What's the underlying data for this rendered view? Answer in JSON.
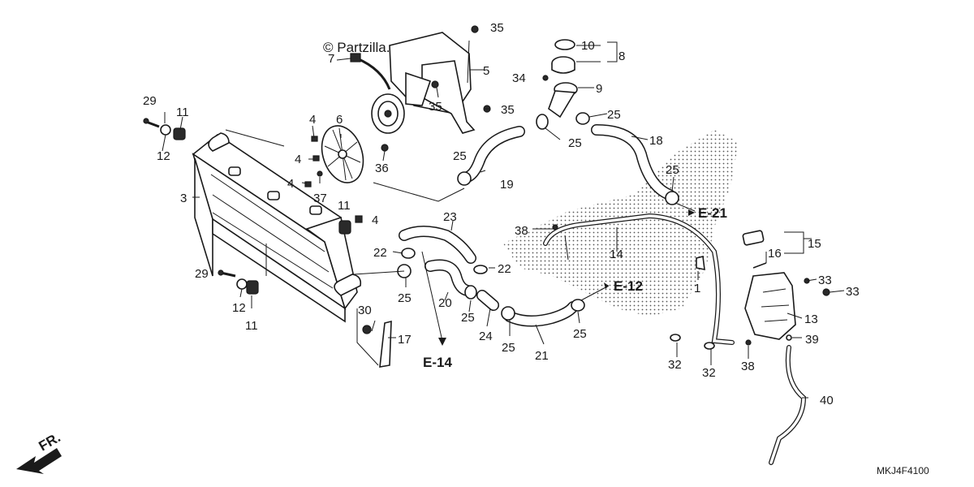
{
  "watermark": "© Partzilla.com",
  "diagram_code": "MKJ4F4100",
  "front_indicator": "FR.",
  "refs": {
    "e21": "E-21",
    "e12": "E-12",
    "e14": "E-14"
  },
  "callouts": {
    "n1": "1",
    "n3": "3",
    "n4a": "4",
    "n4b": "4",
    "n4c": "4",
    "n4d": "4",
    "n5": "5",
    "n6": "6",
    "n7": "7",
    "n8": "8",
    "n9": "9",
    "n10": "10",
    "n11a": "11",
    "n11b": "11",
    "n11c": "11",
    "n12a": "12",
    "n12b": "12",
    "n13": "13",
    "n14": "14",
    "n15": "15",
    "n16": "16",
    "n17": "17",
    "n18": "18",
    "n19": "19",
    "n20": "20",
    "n21": "21",
    "n22a": "22",
    "n22b": "22",
    "n23": "23",
    "n24": "24",
    "n25a": "25",
    "n25b": "25",
    "n25c": "25",
    "n25d": "25",
    "n25e": "25",
    "n25f": "25",
    "n25g": "25",
    "n25h": "25",
    "n29a": "29",
    "n29b": "29",
    "n30": "30",
    "n32a": "32",
    "n32b": "32",
    "n33a": "33",
    "n33b": "33",
    "n34": "34",
    "n35a": "35",
    "n35b": "35",
    "n35c": "35",
    "n36": "36",
    "n37": "37",
    "n38a": "38",
    "n38b": "38",
    "n39": "39",
    "n40": "40"
  }
}
